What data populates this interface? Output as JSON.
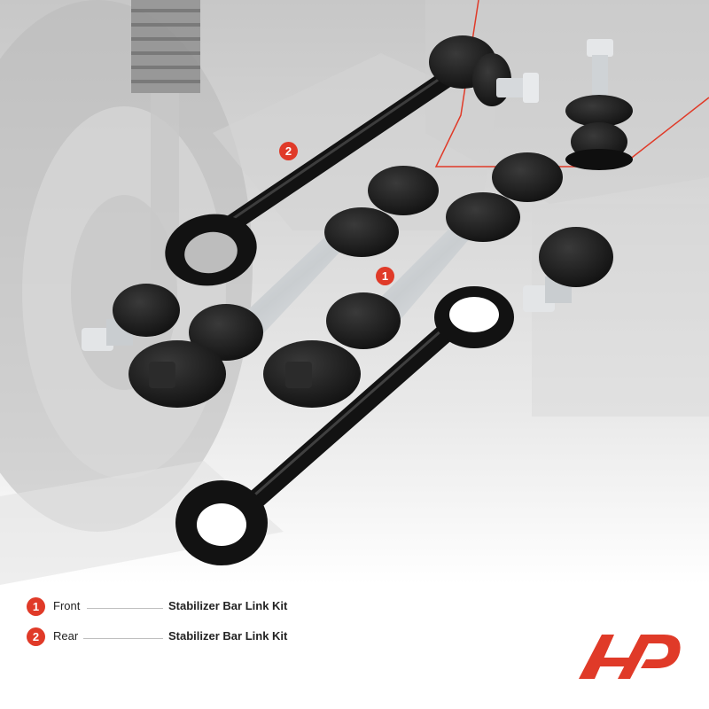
{
  "colors": {
    "accent": "#e03a28",
    "part_black": "#141414",
    "metal": "#cfd3d6",
    "background": "#ffffff"
  },
  "callouts": [
    {
      "number": "2"
    },
    {
      "number": "1"
    }
  ],
  "legend": [
    {
      "number": "1",
      "position": "Front",
      "description": "Stabilizer Bar Link Kit"
    },
    {
      "number": "2",
      "position": "Rear",
      "description": "Stabilizer Bar Link Kit"
    }
  ],
  "logo": {
    "icon": "a-premium-logo-icon"
  }
}
